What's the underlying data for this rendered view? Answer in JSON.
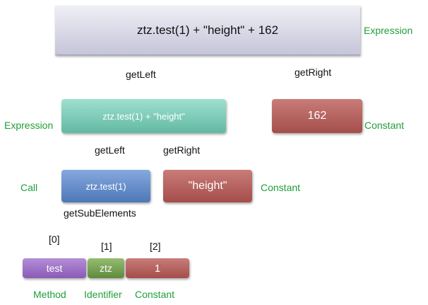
{
  "root": {
    "text": "ztz.test(1) + \"height\" + 162",
    "type": "Expression"
  },
  "edges": {
    "root_left": "getLeft",
    "root_right": "getRight",
    "left_left": "getLeft",
    "left_right": "getRight",
    "call_sub": "getSubElements",
    "sub0": "[0]",
    "sub1": "[1]",
    "sub2": "[2]"
  },
  "nodes": {
    "left_expr": {
      "text": "ztz.test(1) + \"height\"",
      "type": "Expression"
    },
    "right_const": {
      "text": "162",
      "type": "Constant"
    },
    "call": {
      "text": "ztz.test(1)",
      "type": "Call"
    },
    "height_const": {
      "text": "\"height\"",
      "type": "Constant"
    },
    "method": {
      "text": "test",
      "type": "Method"
    },
    "identifier": {
      "text": "ztz",
      "type": "Identifier"
    },
    "const1": {
      "text": "1",
      "type": "Constant"
    }
  },
  "colors": {
    "type_label": "#1f9e3a",
    "root": "#c6c5da",
    "expression": "#62b9a3",
    "constant": "#a44e4b",
    "call": "#4d77b8",
    "method": "#8a5bb6",
    "identifier": "#5f8a3d"
  }
}
